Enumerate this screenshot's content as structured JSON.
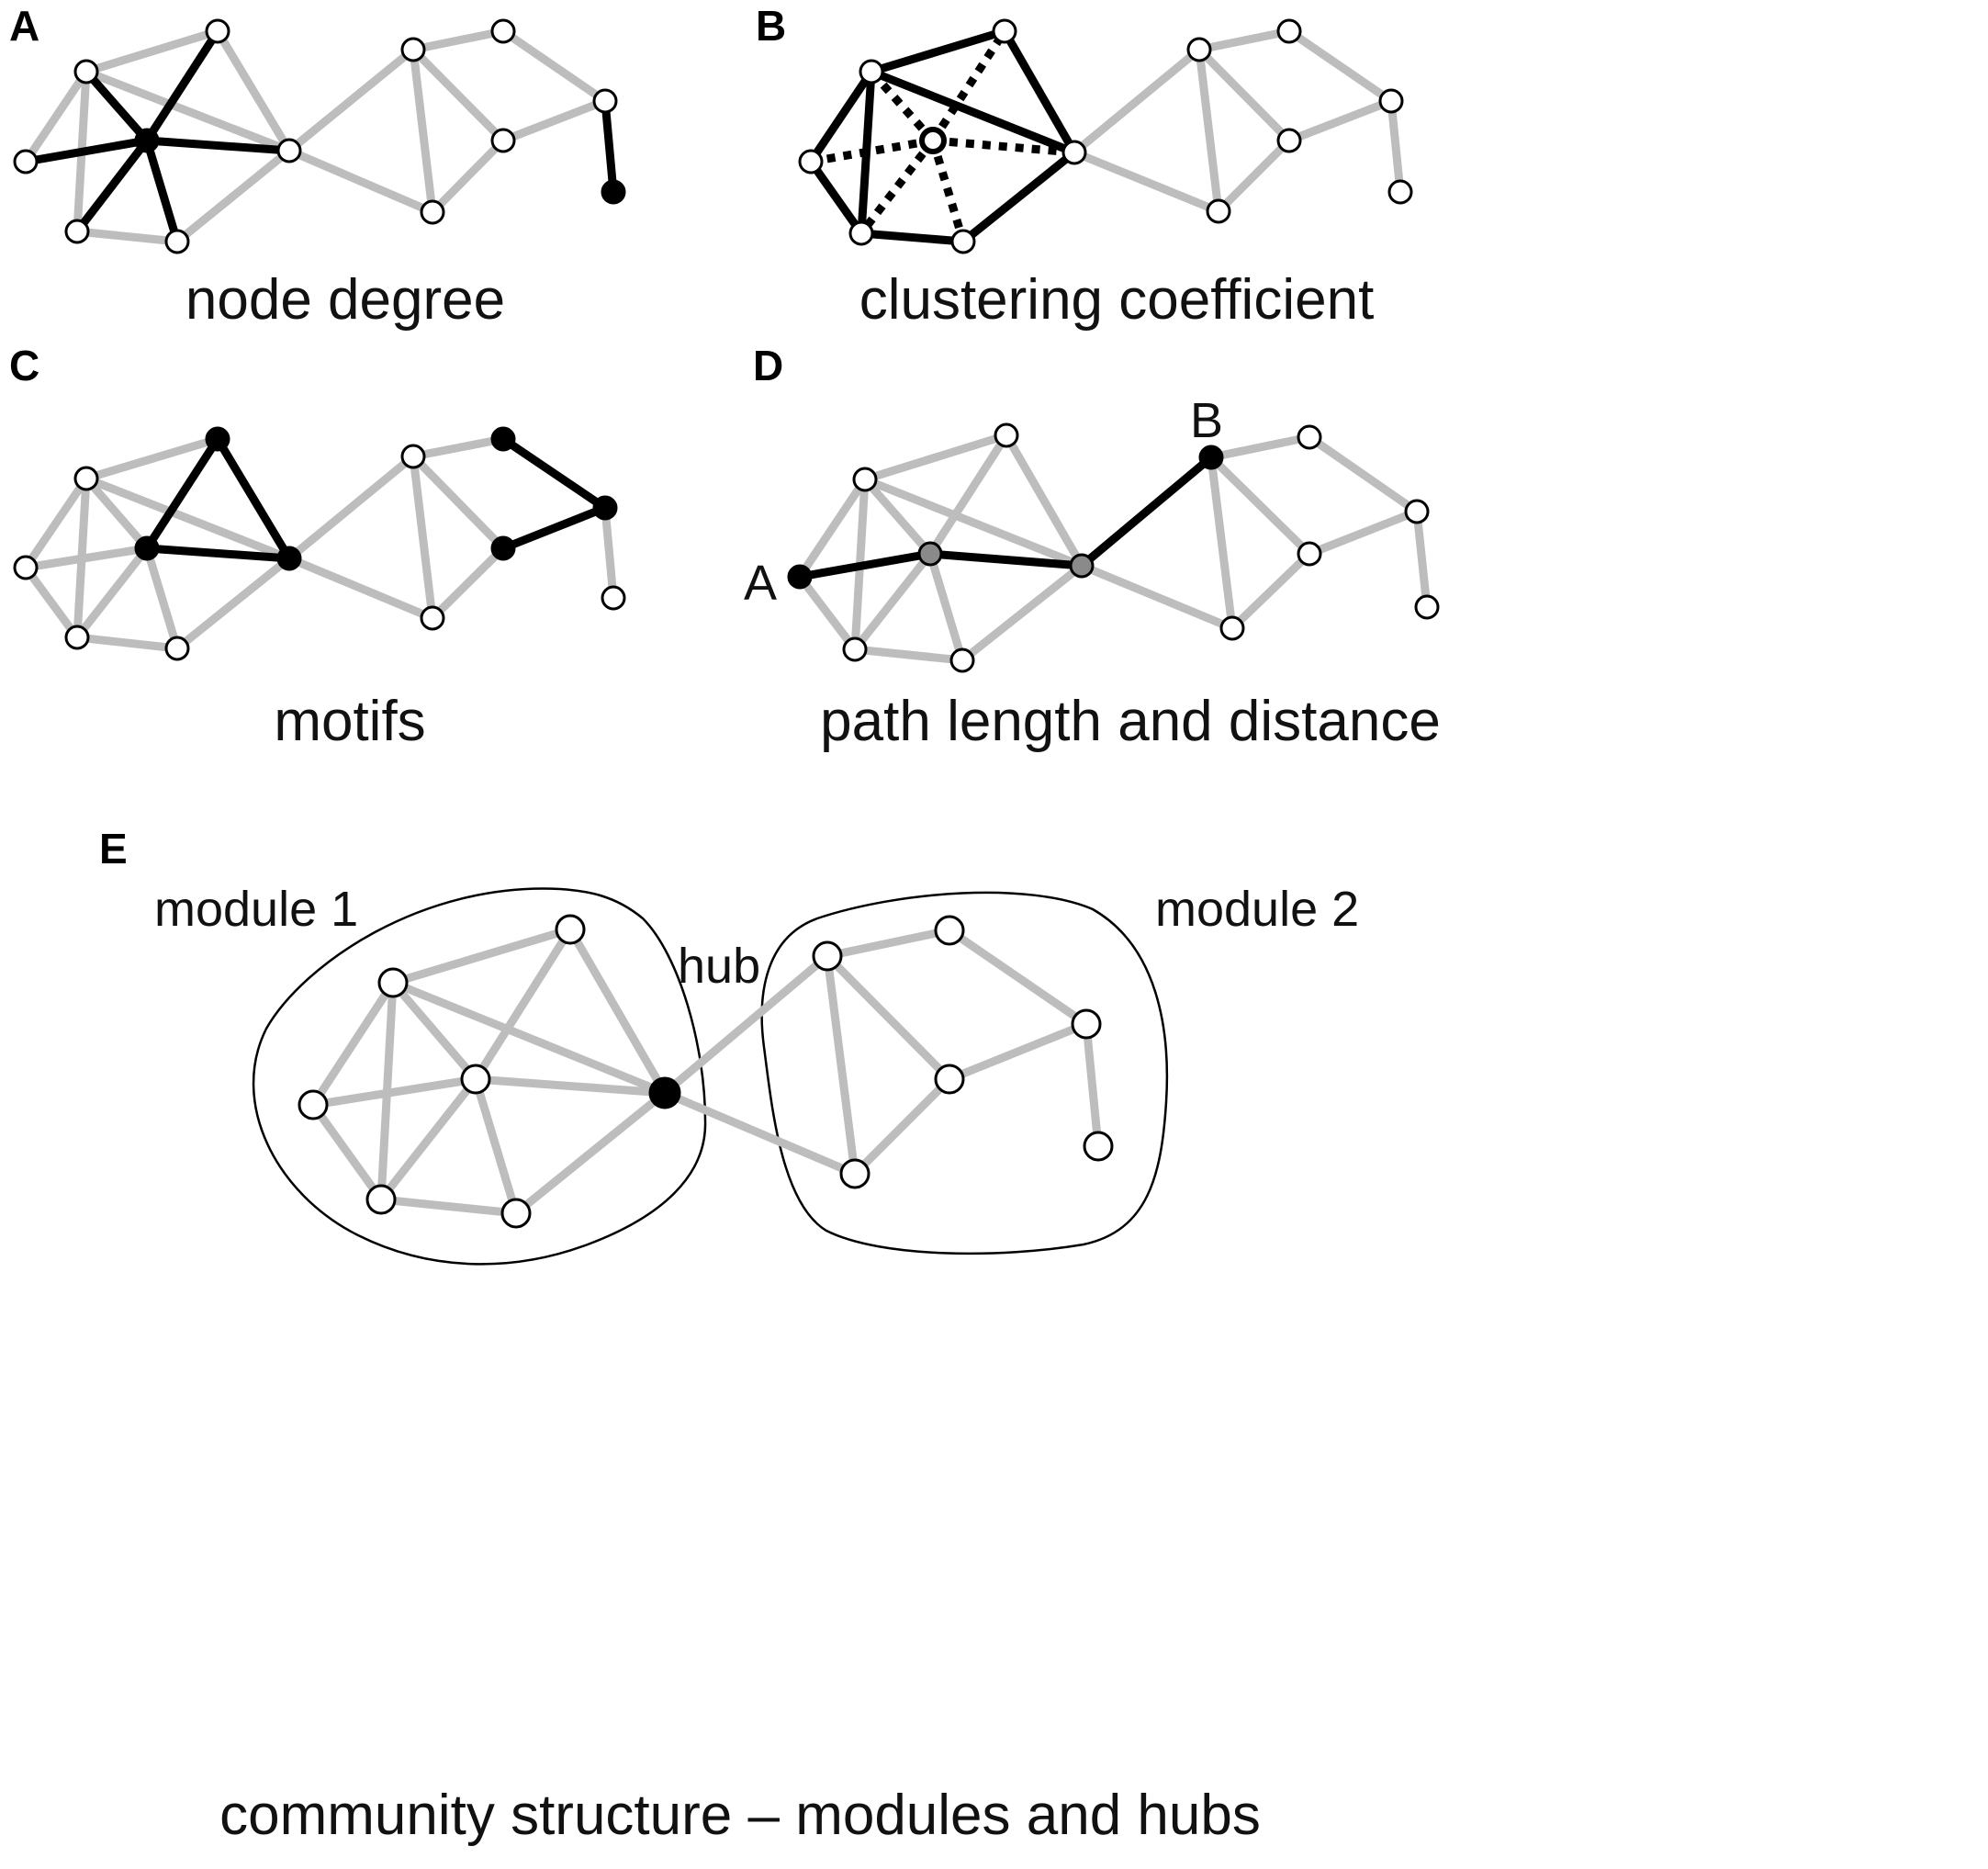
{
  "panels": {
    "a": {
      "letter": "A",
      "caption": "node degree"
    },
    "b": {
      "letter": "B",
      "caption": "clustering coefficient"
    },
    "c": {
      "letter": "C",
      "caption": "motifs"
    },
    "d": {
      "letter": "D",
      "caption": "path length and distance",
      "label_a": "A",
      "label_b": "B"
    },
    "e": {
      "letter": "E",
      "caption": "community structure – modules and hubs",
      "module1": "module 1",
      "module2": "module 2",
      "hub": "hub"
    }
  },
  "colors": {
    "gray_edge": "#bdbdbd",
    "black_edge": "#000000",
    "white_node": "#ffffff",
    "black_node": "#000000",
    "gray_node": "#8a8a8a"
  }
}
